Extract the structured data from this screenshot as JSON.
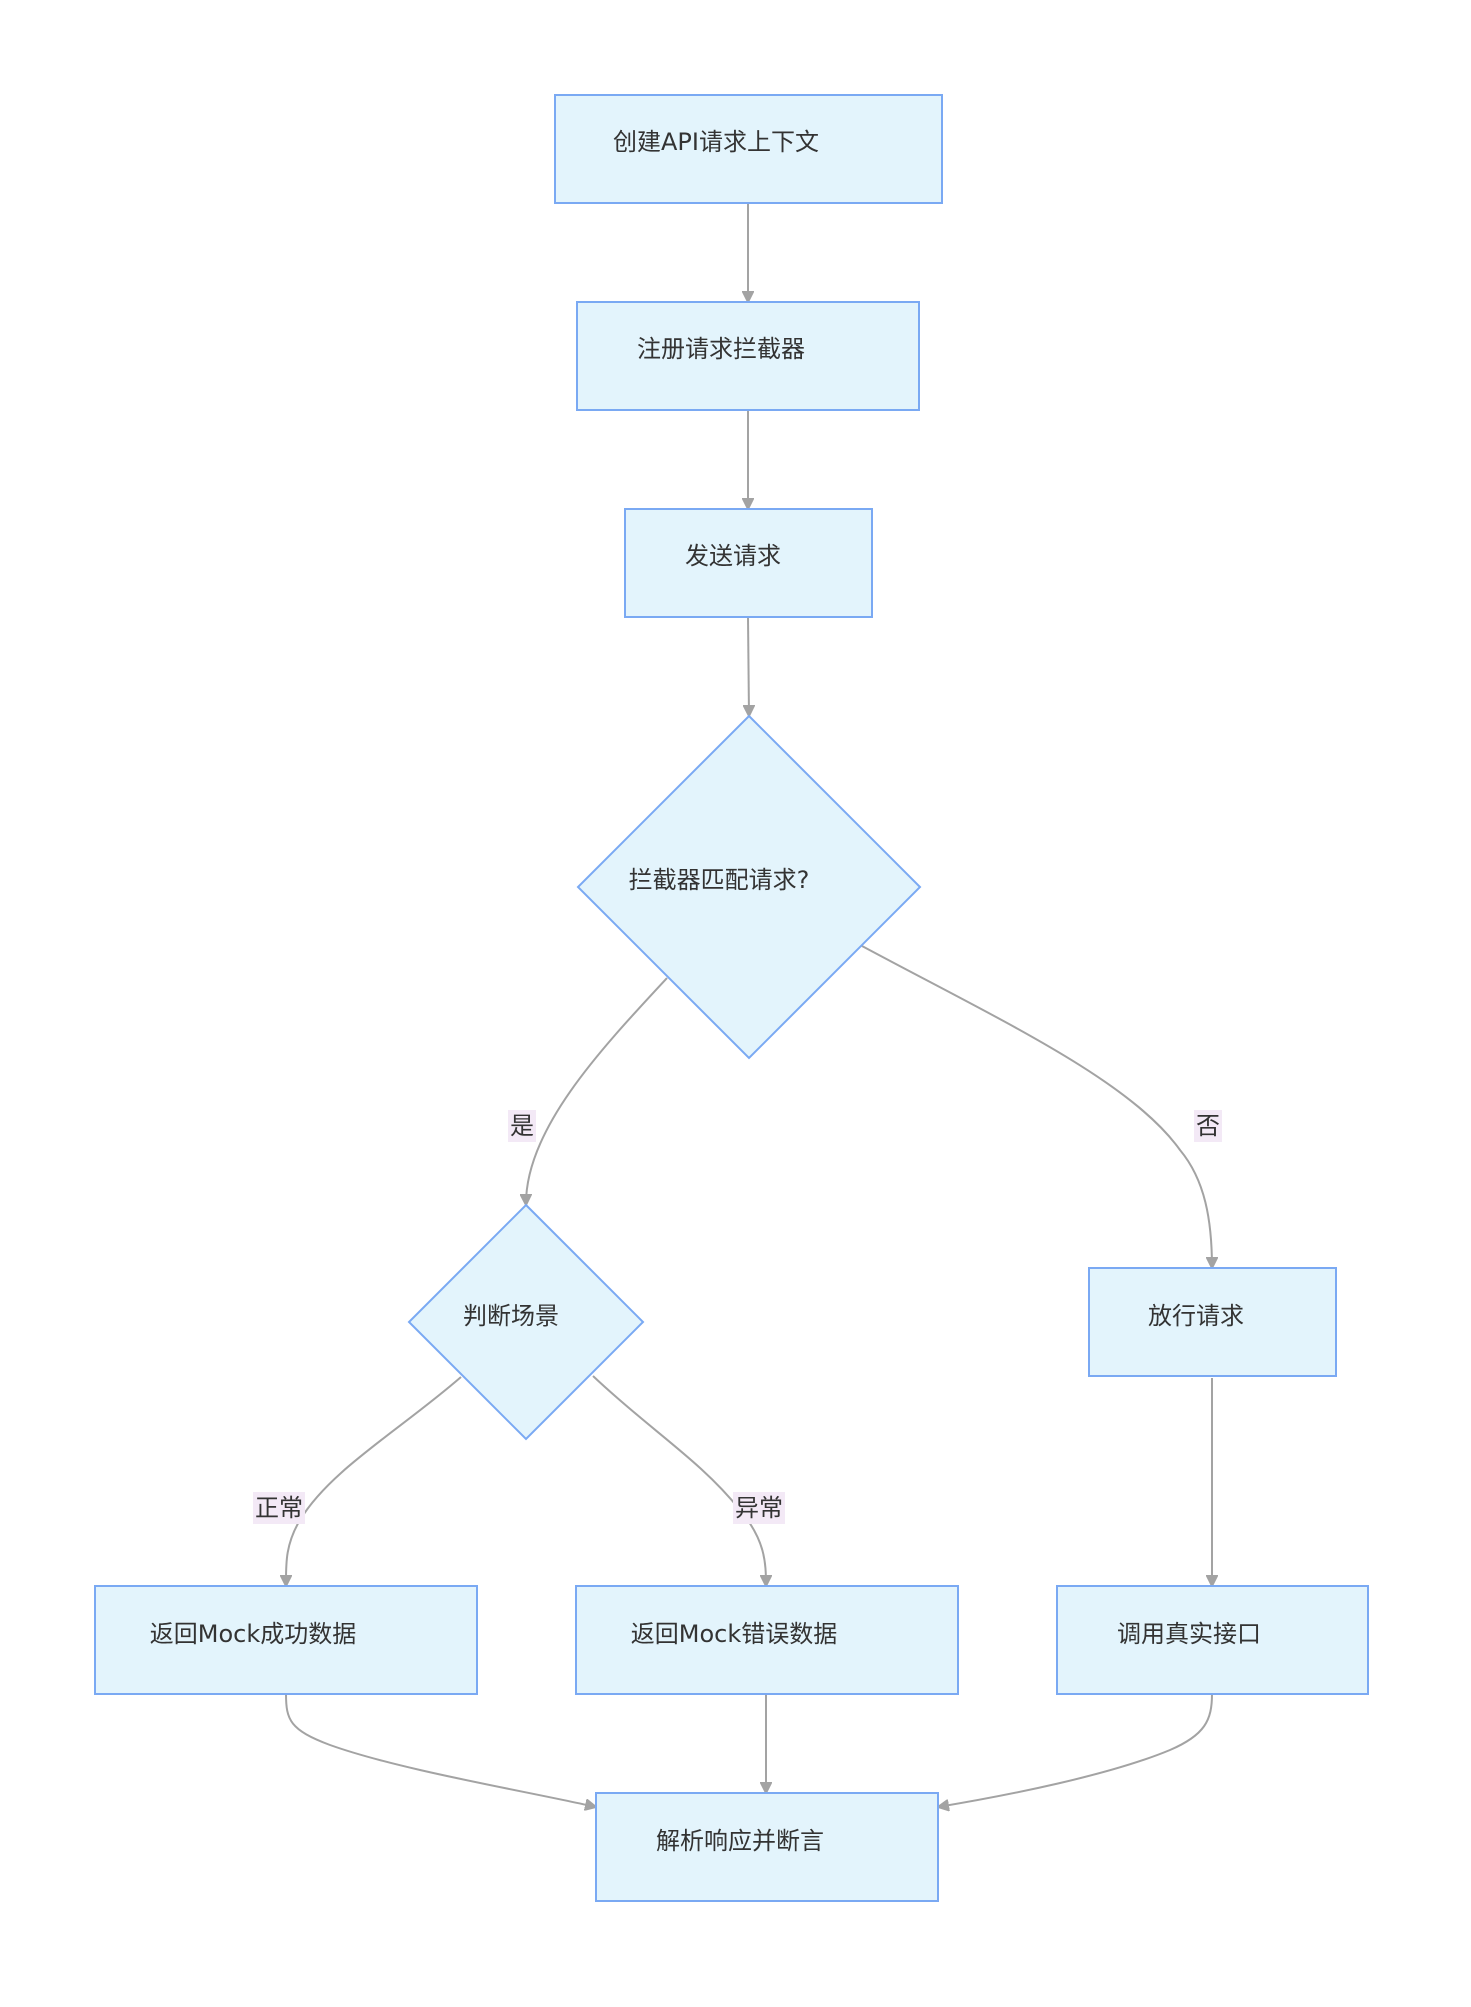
{
  "nodes": {
    "create_context": "创建API请求上下文",
    "register_interceptor": "注册请求拦截器",
    "send_request": "发送请求",
    "interceptor_match": "拦截器匹配请求?",
    "judge_scenario": "判断场景",
    "pass_request": "放行请求",
    "mock_success": "返回Mock成功数据",
    "mock_error": "返回Mock错误数据",
    "call_real_api": "调用真实接口",
    "parse_assert": "解析响应并断言"
  },
  "edge_labels": {
    "yes": "是",
    "no": "否",
    "normal": "正常",
    "abnormal": "异常"
  },
  "colors": {
    "node_fill": "#e3f4fc",
    "node_stroke": "#7aa9f3",
    "edge": "#a3a3a3",
    "label_bg": "#f3e9f6"
  }
}
